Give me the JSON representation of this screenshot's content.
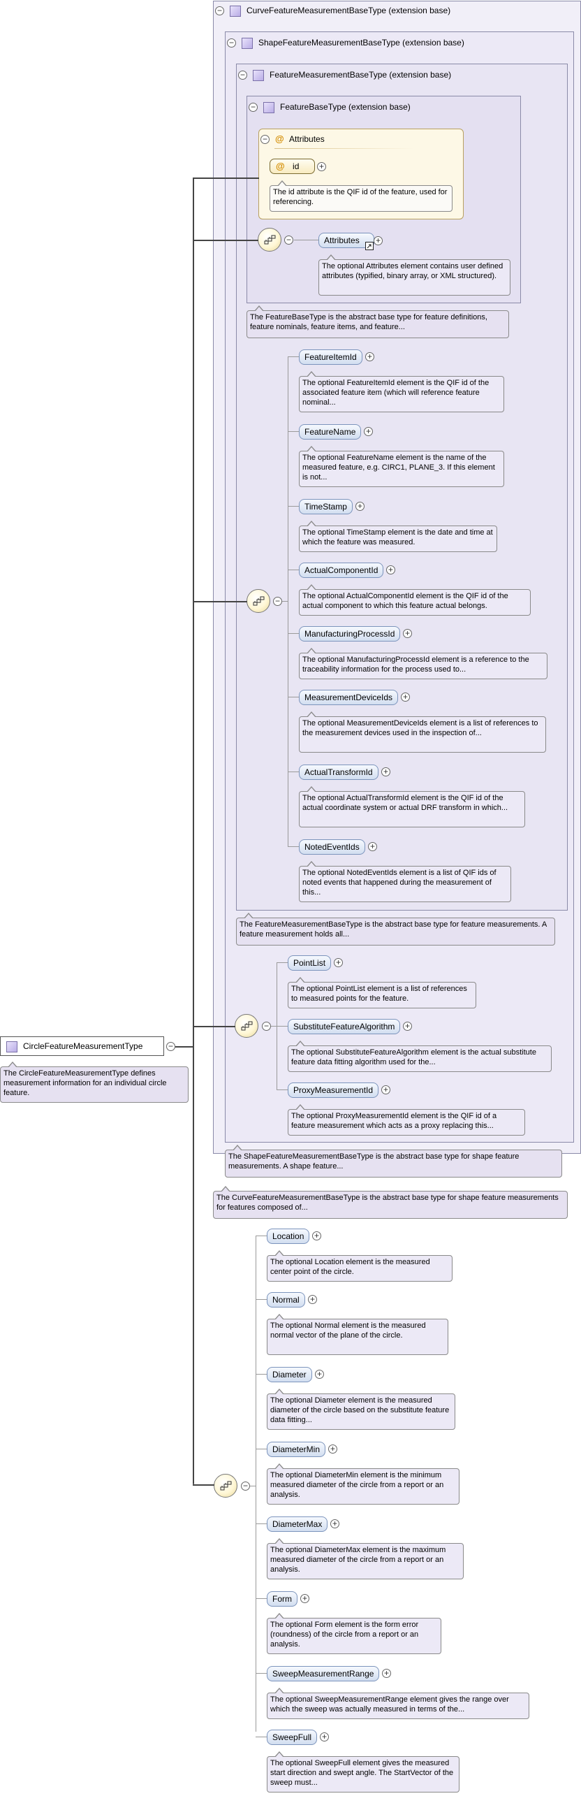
{
  "root": {
    "name": "CircleFeatureMeasurementType",
    "doc": "The CircleFeatureMeasurementType defines measurement information for an individual circle feature."
  },
  "ext": {
    "curve": {
      "title": "CurveFeatureMeasurementBaseType (extension base)",
      "doc": "The CurveFeatureMeasurementBaseType is the abstract base type for shape feature measurements for features composed of..."
    },
    "shape": {
      "title": "ShapeFeatureMeasurementBaseType (extension base)",
      "doc": "The ShapeFeatureMeasurementBaseType is the abstract base type for shape feature measurements. A shape feature..."
    },
    "fm": {
      "title": "FeatureMeasurementBaseType (extension base)",
      "doc": "The FeatureMeasurementBaseType is the abstract base type for feature measurements. A feature measurement holds all..."
    },
    "fb": {
      "title": "FeatureBaseType (extension base)",
      "doc": "The FeatureBaseType is the abstract base type for feature definitions, feature nominals, feature items, and feature..."
    }
  },
  "attributes_group": {
    "title": "Attributes",
    "attr_name": "id",
    "attr_doc": "The id attribute is the QIF id of the feature, used for referencing."
  },
  "fb_elements": [
    {
      "name": "Attributes",
      "doc": "The optional Attributes element contains user defined attributes (typified, binary array, or XML structured)."
    }
  ],
  "fb_seq_elements": [
    {
      "name": "FeatureItemId",
      "doc": "The optional FeatureItemId element is the QIF id of the associated feature item (which will reference feature nominal..."
    },
    {
      "name": "FeatureName",
      "doc": "The optional FeatureName element is the name of the measured feature, e.g. CIRC1, PLANE_3. If this element is not..."
    },
    {
      "name": "TimeStamp",
      "doc": "The optional TimeStamp element is the date and time at which the feature was measured."
    },
    {
      "name": "ActualComponentId",
      "doc": "The optional ActualComponentId element is the QIF id of the actual component to which this feature actual belongs."
    },
    {
      "name": "ManufacturingProcessId",
      "doc": "The optional ManufacturingProcessId element is a reference to the traceability information for the process used to..."
    },
    {
      "name": "MeasurementDeviceIds",
      "doc": "The optional MeasurementDeviceIds element is a list of references to the measurement devices used in the inspection of..."
    },
    {
      "name": "ActualTransformId",
      "doc": "The optional ActualTransformId element is the QIF id of the actual coordinate system or actual DRF transform in which..."
    },
    {
      "name": "NotedEventIds",
      "doc": "The optional NotedEventIds element is a list of QIF ids of noted events that happened during the measurement of this..."
    }
  ],
  "shape_seq_elements": [
    {
      "name": "PointList",
      "doc": "The optional PointList element is a list of references to measured points for the feature."
    },
    {
      "name": "SubstituteFeatureAlgorithm",
      "doc": "The optional SubstituteFeatureAlgorithm element is the actual substitute feature data fitting algorithm used for the..."
    },
    {
      "name": "ProxyMeasurementId",
      "doc": "The optional ProxyMeasurementId element is the QIF id of a feature measurement which acts as a proxy replacing this..."
    }
  ],
  "circle_seq_elements": [
    {
      "name": "Location",
      "doc": "The optional Location element is the measured center point of the circle."
    },
    {
      "name": "Normal",
      "doc": "The optional Normal element is the measured normal vector of the plane of the circle."
    },
    {
      "name": "Diameter",
      "doc": "The optional Diameter element is the measured diameter of the circle based on the substitute feature data fitting..."
    },
    {
      "name": "DiameterMin",
      "doc": "The optional DiameterMin element is the minimum measured diameter of the circle from a report or an analysis."
    },
    {
      "name": "DiameterMax",
      "doc": "The optional DiameterMax element is the maximum measured diameter of the circle from a report or an analysis."
    },
    {
      "name": "Form",
      "doc": "The optional Form element is the form error (roundness) of the circle from a report or an analysis."
    },
    {
      "name": "SweepMeasurementRange",
      "doc": "The optional SweepMeasurementRange element gives the range over which the sweep was actually measured in terms of the..."
    },
    {
      "name": "SweepFull",
      "doc": "The optional SweepFull element gives the measured start direction and swept angle. The StartVector of the sweep must..."
    }
  ],
  "icons": {
    "collapse": "minus-circle-icon",
    "expand": "plus-circle-icon",
    "type": "complex-type-icon",
    "sequence": "sequence-compositor-icon",
    "attribute": "attribute-at-icon"
  }
}
